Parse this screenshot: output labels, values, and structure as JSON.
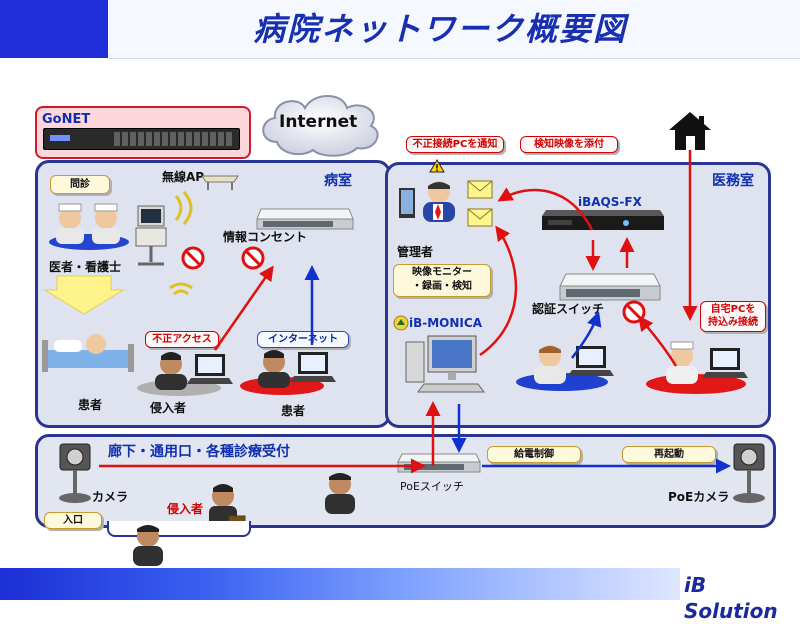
{
  "title": "病院ネットワーク概要図",
  "gonet": {
    "label": "GoNET"
  },
  "internet": {
    "label": "Internet"
  },
  "ward": {
    "section_label": "病室",
    "callout_consult": "問診",
    "wireless_ap": "無線AP",
    "info_outlet": "情報コンセント",
    "doctors_nurses": "医者・看護士",
    "patient_bed": "患者",
    "intruder": "侵入者",
    "patient": "患者",
    "callout_unauthorized": "不正アクセス",
    "callout_internet": "インターネット"
  },
  "office": {
    "section_label": "医務室",
    "callout_notify": "不正接続PCを通知",
    "callout_attach": "検知映像を添付",
    "administrator": "管理者",
    "ibaqs": "iBAQS-FX",
    "callout_monitor_line1": "映像モニター",
    "callout_monitor_line2": "・録画・検知",
    "ibmonica": "iB-MONICA",
    "auth_switch": "認証スイッチ",
    "callout_home_pc_line1": "自宅PCを",
    "callout_home_pc_line2": "持込み接続"
  },
  "corridor": {
    "section_label": "廊下・通用口・各種診療受付",
    "camera": "カメラ",
    "intruder": "侵入者",
    "poe_switch": "PoEスイッチ",
    "callout_power": "給電制御",
    "callout_restart": "再起動",
    "poe_camera": "PoEカメラ",
    "callout_entrance": "入口"
  },
  "footer": {
    "brand": "iB Solution"
  },
  "colors": {
    "title_blue": "#1830b0",
    "panel_border": "#2a3590",
    "alert_red": "#d00000",
    "link_blue": "#1030d0"
  }
}
